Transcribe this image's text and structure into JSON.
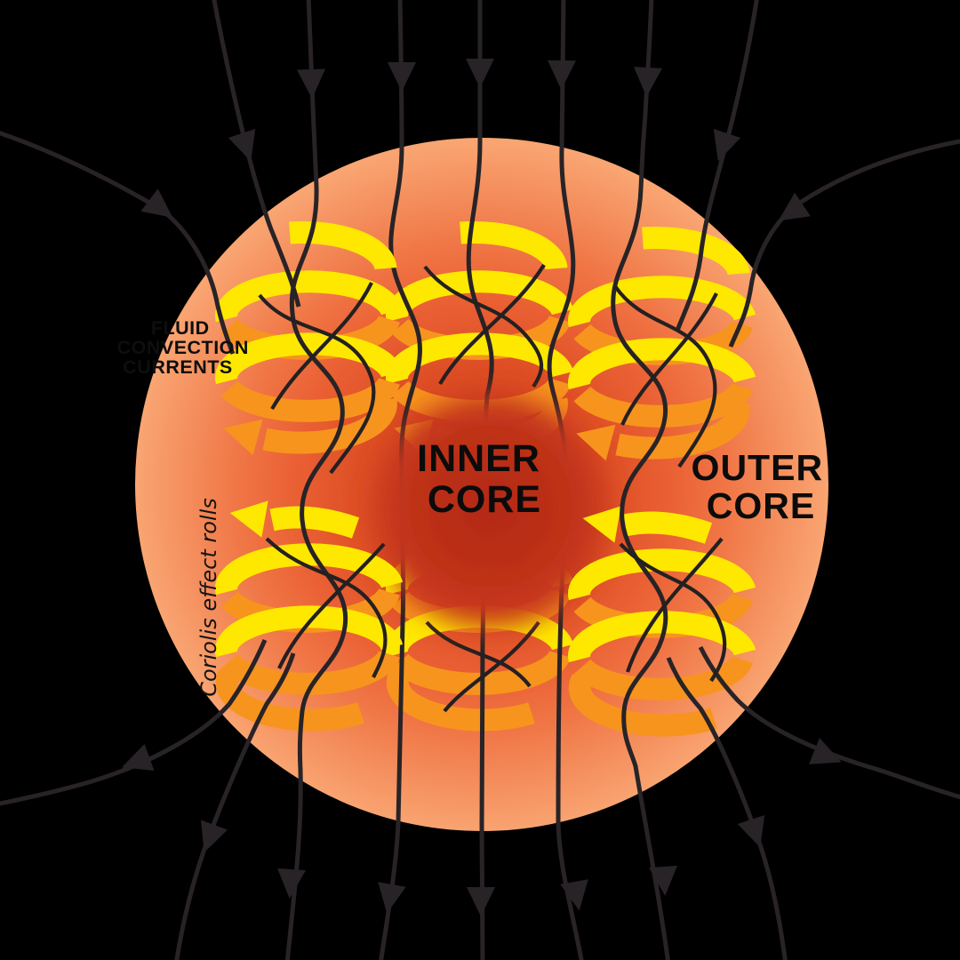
{
  "title": "Earth geodynamo core diagram",
  "labels": {
    "inner_core": [
      "INNER",
      "CORE"
    ],
    "outer_core": [
      "OUTER",
      "CORE"
    ],
    "fluid_convection": [
      "FLUID",
      "CONVECTION",
      "CURRENTS"
    ],
    "coriolis": "Coriolis effect rolls"
  },
  "colors": {
    "background": "#000000",
    "field_lines": "#282326",
    "coil_yellow": "#ffe800",
    "coil_orange": "#f7941e",
    "sphere_rim": "#f9a572",
    "sphere_mid": "#ea6134",
    "sphere_deep": "#d03a1b",
    "inner_core": "#b42c13",
    "label_text": "#000000"
  }
}
